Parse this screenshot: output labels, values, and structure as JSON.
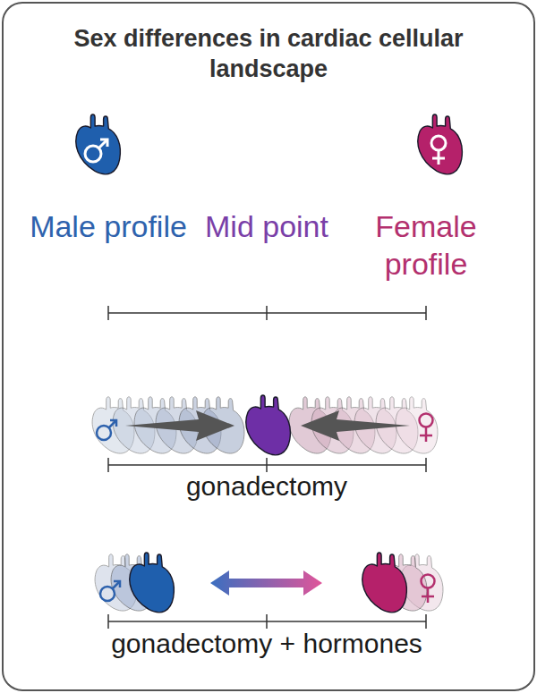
{
  "diagram": {
    "title": "Sex differences in cardiac cellular landscape",
    "labels": [
      "Male profile",
      "Mid point",
      "Female profile",
      "gonadectomy",
      "gonadectomy + hormones"
    ]
  }
}
